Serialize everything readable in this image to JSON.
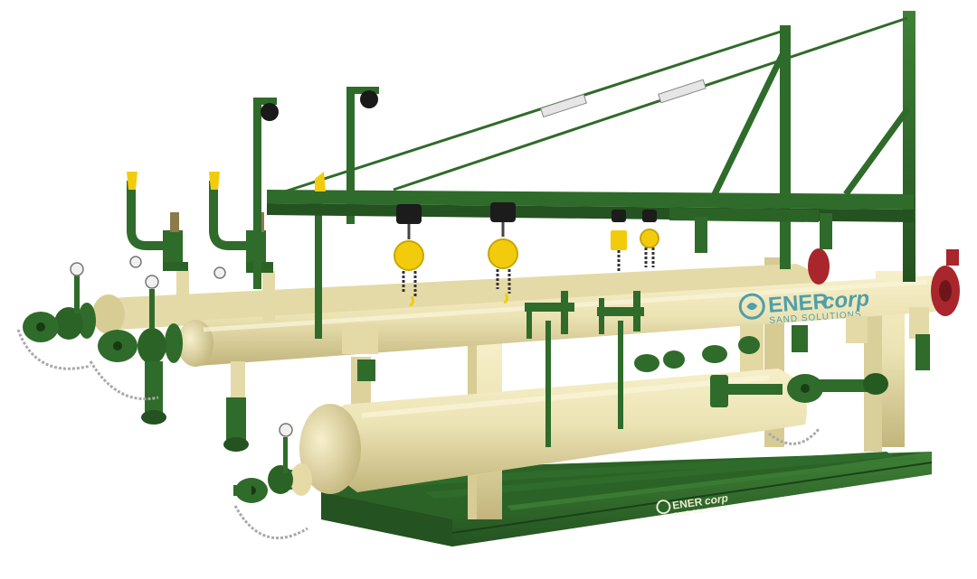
{
  "brand": {
    "name_upright": "ENER",
    "name_italic": "corp",
    "tagline": "SAND SOLUTIONS"
  },
  "colors": {
    "frame_green": "#2f6b2a",
    "frame_green_dark": "#1f4d1c",
    "vessel_cream": "#ece3b4",
    "vessel_shadow": "#c9bd86",
    "hoist_yellow": "#f2cc0c",
    "valve_red": "#a8262c",
    "logo_teal": "#4f9fa8"
  }
}
